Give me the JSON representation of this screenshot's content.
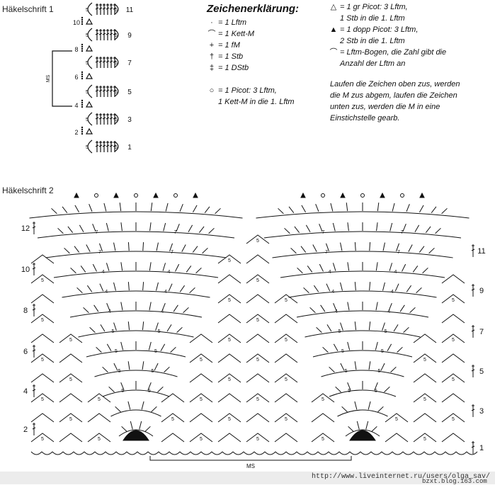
{
  "diagram1": {
    "title": "Häkelschrift 1",
    "row_numbers": [
      "11",
      "9",
      "7",
      "5",
      "3",
      "1"
    ],
    "picot_numbers": [
      "10",
      "8",
      "6",
      "4",
      "2"
    ],
    "chain_count": "5",
    "repeat_label": "MS"
  },
  "legend": {
    "title": "Zeichenerklärung:",
    "left_items": [
      {
        "symbol": "·",
        "text": "= 1 Lftm"
      },
      {
        "symbol": "⌒",
        "text": "= 1 Kett-M"
      },
      {
        "symbol": "+",
        "text": "= 1 fM"
      },
      {
        "symbol": "†",
        "text": "= 1 Stb"
      },
      {
        "symbol": "‡",
        "text": "= 1 DStb"
      }
    ],
    "picot_items": [
      {
        "symbol": "○",
        "text": "= 1 Picot: 3 Lftm,"
      },
      {
        "symbol": "",
        "text": "1 Kett-M in die 1. Lftm"
      }
    ],
    "right_items": [
      {
        "symbol": "△",
        "text": "= 1 gr Picot: 3 Lftm,"
      },
      {
        "symbol": "",
        "text": "1 Stb in die 1. Lftm"
      },
      {
        "symbol": "▲",
        "text": "= 1 dopp Picot: 3 Lftm,"
      },
      {
        "symbol": "",
        "text": "2 Stb in die 1. Lftm"
      },
      {
        "symbol": "⌒",
        "text": "= Lftm-Bogen, die Zahl gibt die"
      },
      {
        "symbol": "",
        "text": "Anzahl der Lftm an"
      }
    ],
    "note_lines": [
      "Laufen die Zeichen oben zus, werden",
      "die M zus abgem, laufen die Zeichen",
      "unten zus, werden die M in eine",
      "Einstichstelle gearb."
    ]
  },
  "diagram2": {
    "title": "Häkelschrift 2",
    "left_rows": [
      "12",
      "10",
      "8",
      "6",
      "4",
      "2"
    ],
    "right_rows": [
      "11",
      "9",
      "7",
      "5",
      "3",
      "1"
    ],
    "arc_labels": [
      "5",
      "7",
      "4"
    ],
    "repeat_label": "MS"
  },
  "footer": {
    "url": "http://www.liveinternet.ru/users/olga_sav/",
    "watermark": "bzxt.blog.163.com"
  },
  "colors": {
    "ink": "#111111",
    "background": "#ffffff",
    "footer": "#ececec"
  }
}
